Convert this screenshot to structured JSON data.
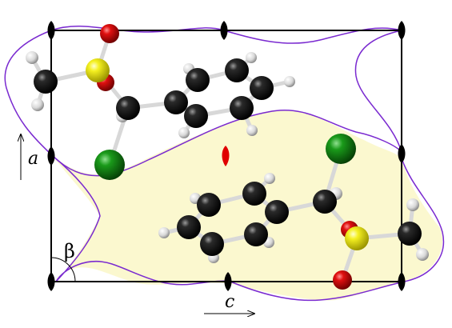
{
  "labels": {
    "axis_a": "a",
    "axis_c": "c",
    "angle": "β"
  },
  "colors": {
    "carbon": "#111111",
    "hydrogen": "#e8e8e8",
    "oxygen": "#d01010",
    "sulfur": "#f0ee10",
    "chlorine": "#138a13",
    "boundary": "#7a2ad0",
    "region_fill": "#fbf8cf",
    "cell_edge": "#000000",
    "symmetry_marker_red": "#e00000"
  },
  "atom_types": [
    "C",
    "H",
    "O",
    "S",
    "Cl"
  ],
  "molecules": [
    {
      "name": "upper-molecule",
      "atoms": [
        "C",
        "H",
        "O",
        "S",
        "Cl"
      ]
    },
    {
      "name": "lower-molecule",
      "atoms": [
        "C",
        "H",
        "O",
        "S",
        "Cl"
      ]
    }
  ]
}
